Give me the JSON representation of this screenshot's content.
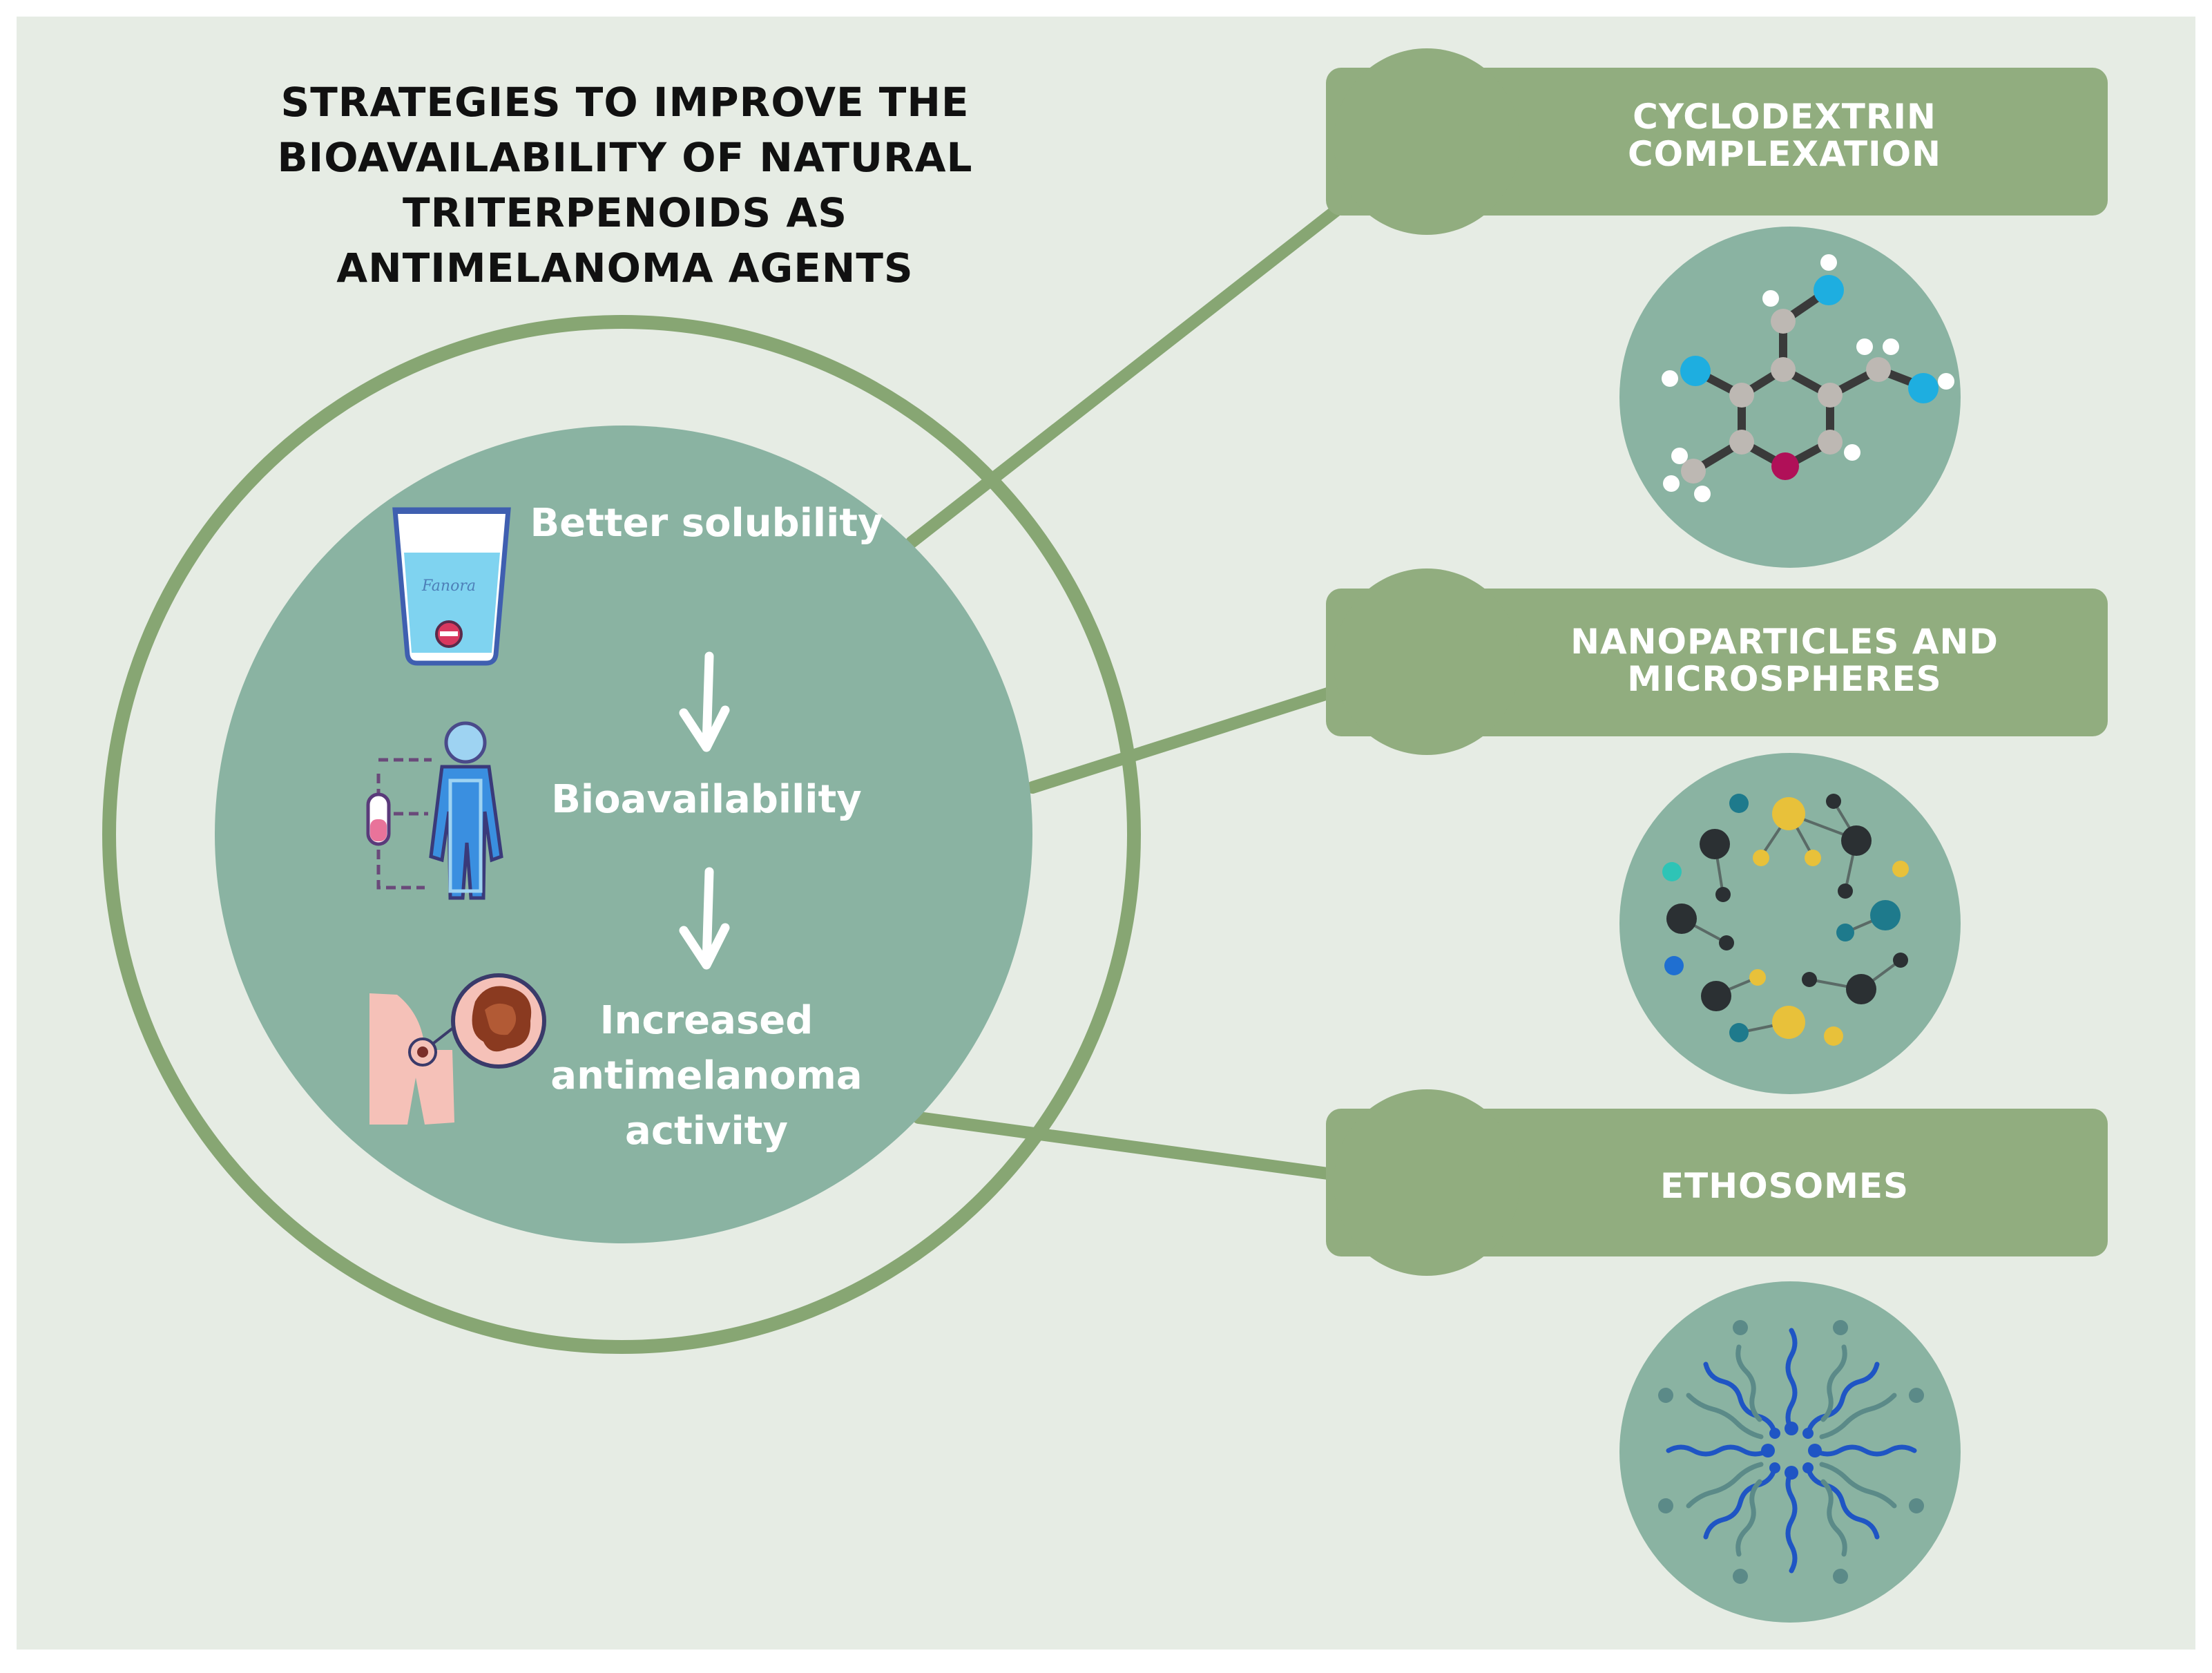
{
  "title": "STRATEGIES TO IMPROVE THE BIOAVAILABILITY OF NATURAL TRITERPENOIDS AS ANTIMELANOMA AGENTS",
  "center_steps": {
    "step1": "Better solubility",
    "step2": "Bioavailability",
    "step3": "Increased antimelanoma activity"
  },
  "strategies": {
    "s1": "CYCLODEXTRIN COMPLEXATION",
    "s2": "NANOPARTICLES AND MICROSPHERES",
    "s3": "ETHOSOMES"
  },
  "glass_label": "Fanora",
  "colors": {
    "background": "#e6ece4",
    "circle_fill": "#8ab3a2",
    "ring": "#87a673",
    "banner": "#91ad7f",
    "text_light": "#ffffff",
    "text_dark": "#111111"
  },
  "icons": [
    "water-glass-icon",
    "human-body-circulation-icon",
    "skin-melanoma-icon",
    "down-arrow-icon",
    "molecule-icon",
    "nanoparticle-icon",
    "ethosome-icon"
  ]
}
